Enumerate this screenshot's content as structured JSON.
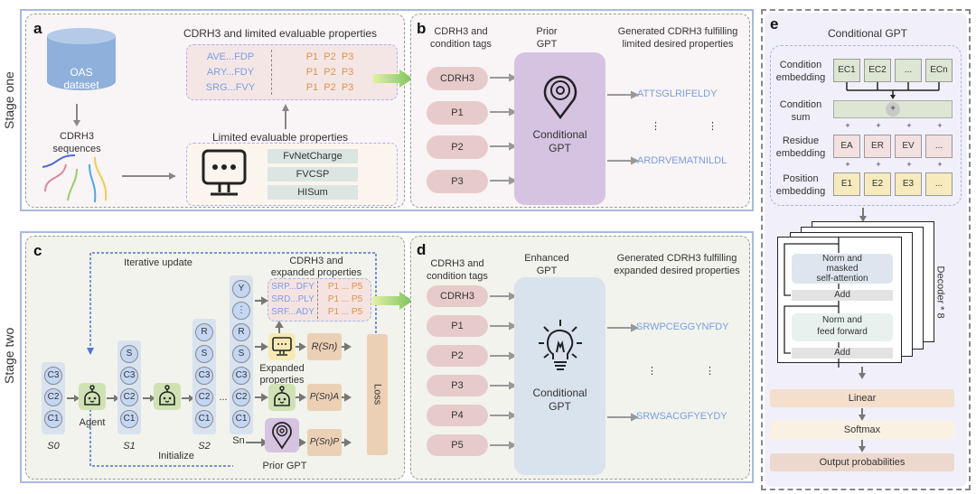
{
  "stages": {
    "one": "Stage one",
    "two": "Stage two"
  },
  "panel_a": {
    "letter": "a",
    "database": {
      "line1": "OAS",
      "line2": "dataset"
    },
    "sequences_label": {
      "line1": "CDRH3",
      "line2": "sequences"
    },
    "table_title": "CDRH3 and limited evaluable properties",
    "sequences": [
      "AVE...FDP",
      "ARY...FDY",
      "SRG...FVY"
    ],
    "props": [
      "P1  P2  P3",
      "P1  P2  P3",
      "P1  P2  P3"
    ],
    "evaluator_title": "Limited evaluable properties",
    "evaluators": [
      "FvNetCharge",
      "FVCSP",
      "HISum"
    ]
  },
  "panel_b": {
    "letter": "b",
    "inputs_title": {
      "line1": "CDRH3 and",
      "line2": "condition tags"
    },
    "model_title": {
      "line1": "Prior",
      "line2": "GPT"
    },
    "outputs_title": {
      "line1": "Generated CDRH3 fulfilling",
      "line2": "limited desired properties"
    },
    "inputs": [
      "CDRH3",
      "P1",
      "P2",
      "P3"
    ],
    "model_label": {
      "line1": "Conditional",
      "line2": "GPT"
    },
    "outputs": [
      "ATTSGLRIFELDY",
      "ARDRVEMATNILDL"
    ],
    "ellipsis": "⋮"
  },
  "panel_c": {
    "letter": "c",
    "iterative_update": "Iterative update",
    "initialize": "Initialize",
    "agent_label": "Agent",
    "states": [
      {
        "label": "S0",
        "items": [
          "C3",
          "C2",
          "C1"
        ]
      },
      {
        "label": "S1",
        "items": [
          "S",
          "C3",
          "C2",
          "C1"
        ]
      },
      {
        "label": "S2",
        "items": [
          "R",
          "S",
          "C3",
          "C2",
          "C1"
        ]
      },
      {
        "label": "Sn",
        "items": [
          "Y",
          "⋮",
          "R",
          "S",
          "C3",
          "C2",
          "C1"
        ]
      }
    ],
    "dots": "...",
    "expanded_title": {
      "line1": "CDRH3 and",
      "line2": "expanded properties"
    },
    "expanded_sequences": [
      "SRP...DFY",
      "SRD...PLY",
      "SRF...ADY"
    ],
    "expanded_props": [
      "P1 ... P5",
      "P1 ... P5",
      "P1 ... P5"
    ],
    "expanded_label": {
      "line1": "Expanded",
      "line2": "properties"
    },
    "prior_gpt_label": "Prior GPT",
    "reward": "R(Sn)",
    "agent_prob": "P(Sn)A",
    "prior_prob": "P(Sn)P",
    "loss": "Loss",
    "sn_input": "Sn"
  },
  "panel_d": {
    "letter": "d",
    "inputs_title": {
      "line1": "CDRH3 and",
      "line2": "condition tags"
    },
    "model_title": {
      "line1": "Enhanced",
      "line2": "GPT"
    },
    "outputs_title": {
      "line1": "Generated CDRH3 fulfilling",
      "line2": "expanded desired properties"
    },
    "inputs": [
      "CDRH3",
      "P1",
      "P2",
      "P3",
      "P4",
      "P5"
    ],
    "model_label": {
      "line1": "Conditional",
      "line2": "GPT"
    },
    "outputs": [
      "SRWPCEGGYNFDY",
      "SRWSACGFYEYDY"
    ],
    "ellipsis": "⋮"
  },
  "panel_e": {
    "letter": "e",
    "title": "Conditional GPT",
    "condition_embedding": {
      "line1": "Condition",
      "line2": "embedding",
      "items": [
        "EC1",
        "EC2",
        "...",
        "ECn"
      ]
    },
    "condition_sum": {
      "line1": "Condition",
      "line2": "sum",
      "symbol": "+"
    },
    "residue_embedding": {
      "line1": "Residue",
      "line2": "embedding",
      "items": [
        "EA",
        "ER",
        "EV",
        "..."
      ]
    },
    "position_embedding": {
      "line1": "Position",
      "line2": "embedding",
      "items": [
        "E1",
        "E2",
        "E3",
        "..."
      ]
    },
    "plus": "+",
    "attention": {
      "line1": "Norm and",
      "line2": "masked",
      "line3": "self-attention"
    },
    "add": "Add",
    "feed_forward": {
      "line1": "Norm and",
      "line2": "feed forward"
    },
    "decoder_label": "Decoder * 8",
    "linear": "Linear",
    "softmax": "Softmax",
    "output": "Output probabilities"
  }
}
